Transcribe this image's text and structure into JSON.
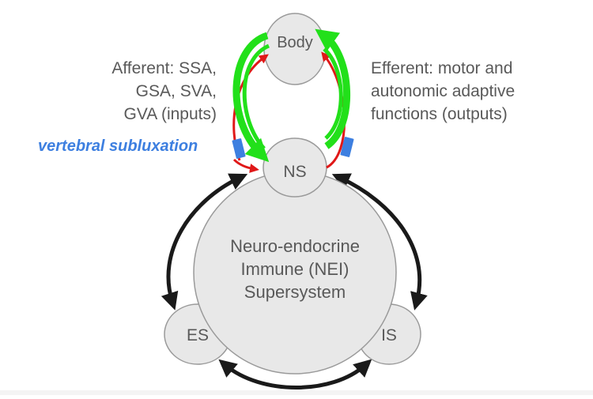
{
  "nodes": {
    "body": "Body",
    "ns": "NS",
    "nei_lines": [
      "Neuro-endocrine",
      "Immune (NEI)",
      "Supersystem"
    ],
    "es": "ES",
    "is": "IS"
  },
  "afferent_lines": [
    "Afferent: SSA,",
    "GSA, SVA,",
    "GVA (inputs)"
  ],
  "efferent_lines": [
    "Efferent: motor and",
    "autonomic adaptive",
    "functions (outputs)"
  ],
  "subluxation_label": "vertebral subluxation",
  "colors": {
    "afferent_arrow": "#22e01a",
    "efferent_arrow": "#e01818",
    "subluxation_marker": "#3d7fe0",
    "node_fill": "#e8e8e8",
    "node_stroke": "#9a9a9a",
    "bidirectional_arrow": "#1a1a1a"
  }
}
